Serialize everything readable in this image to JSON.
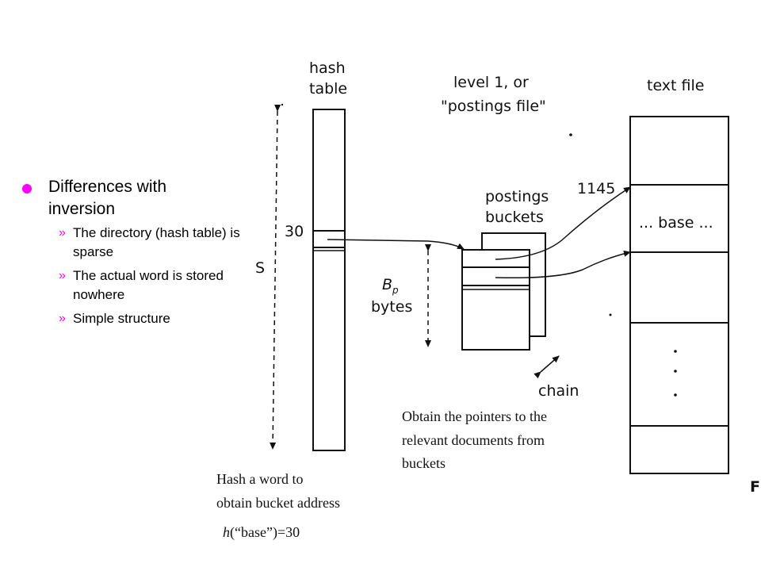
{
  "bullets": {
    "main": "Differences with inversion",
    "subs": [
      "The directory (hash table) is sparse",
      "The actual word is stored nowhere",
      "Simple structure"
    ]
  },
  "diagram": {
    "hash_table_label_1": "hash",
    "hash_table_label_2": "table",
    "level_label_1": "level 1, or",
    "level_label_2": "\"postings file\"",
    "text_file_label": "text file",
    "postings_buckets_1": "postings",
    "postings_buckets_2": "buckets",
    "label_30": "30",
    "label_1145": "1145",
    "label_s": "S",
    "bp_label": "B",
    "bp_sub": "p",
    "bytes_label": "bytes",
    "base_label": "... base ...",
    "chain_label": "chain",
    "f_label": "F"
  },
  "notes": {
    "obtain_1": "Obtain the pointers to the",
    "obtain_2": "relevant documents from",
    "obtain_3": "buckets",
    "hash_1": "Hash a word to",
    "hash_2": "obtain bucket address",
    "formula_h": "h",
    "formula_rest": "(“base”)=30"
  }
}
